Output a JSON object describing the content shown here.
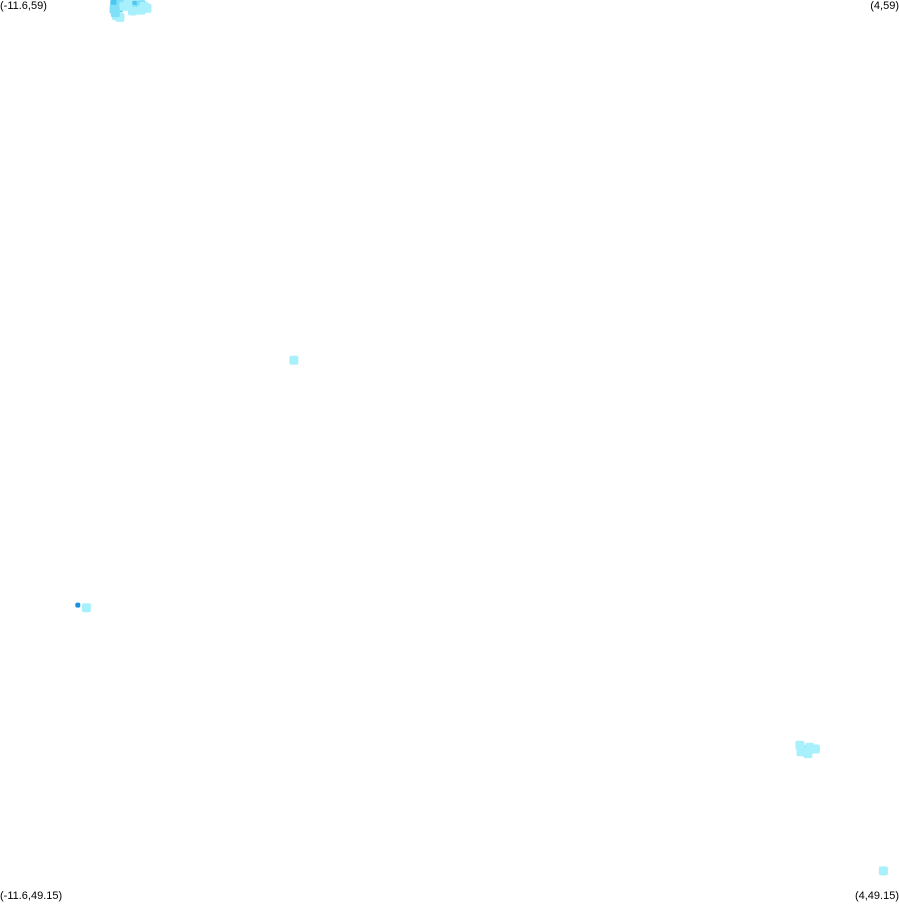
{
  "map": {
    "corner_labels": {
      "top_left": "(-11.6,59)",
      "top_right": "(4,59)",
      "bottom_left": "(-11.6,49.15)",
      "bottom_right": "(4,49.15)"
    },
    "extent": {
      "lon_min": -11.6,
      "lon_max": 4,
      "lat_min": 49.15,
      "lat_max": 59
    },
    "colors": {
      "background": "#ffffff",
      "very_light": "#a8f0fc",
      "light": "#7fe0f8",
      "medium": "#4cc8f0",
      "dark": "#1a8fe0"
    },
    "precip_cells": [
      {
        "lon": -9.6,
        "lat": 58.95,
        "level": "medium"
      },
      {
        "lon": -9.55,
        "lat": 58.92,
        "level": "medium"
      },
      {
        "lon": -9.5,
        "lat": 58.96,
        "level": "light"
      },
      {
        "lon": -9.62,
        "lat": 58.9,
        "level": "light"
      },
      {
        "lon": -9.45,
        "lat": 58.93,
        "level": "very_light"
      },
      {
        "lon": -9.25,
        "lat": 58.94,
        "level": "medium"
      },
      {
        "lon": -9.2,
        "lat": 58.92,
        "level": "medium"
      },
      {
        "lon": -9.15,
        "lat": 58.95,
        "level": "light"
      },
      {
        "lon": -9.1,
        "lat": 58.93,
        "level": "very_light"
      },
      {
        "lon": -9.05,
        "lat": 58.91,
        "level": "very_light"
      },
      {
        "lon": -9.3,
        "lat": 58.9,
        "level": "light"
      },
      {
        "lon": -9.15,
        "lat": 58.89,
        "level": "very_light"
      },
      {
        "lon": -9.38,
        "lat": 58.96,
        "level": "very_light"
      },
      {
        "lon": -9.58,
        "lat": 58.83,
        "level": "very_light"
      },
      {
        "lon": -9.52,
        "lat": 58.81,
        "level": "very_light"
      },
      {
        "lon": -9.6,
        "lat": 58.86,
        "level": "light"
      },
      {
        "lon": -9.3,
        "lat": 58.88,
        "level": "very_light"
      },
      {
        "lon": -6.5,
        "lat": 55.07,
        "level": "very_light"
      },
      {
        "lon": -10.25,
        "lat": 52.4,
        "level": "dark"
      },
      {
        "lon": -10.1,
        "lat": 52.37,
        "level": "very_light"
      },
      {
        "lon": 2.35,
        "lat": 50.82,
        "level": "light"
      },
      {
        "lon": 2.3,
        "lat": 50.8,
        "level": "very_light"
      },
      {
        "lon": 2.45,
        "lat": 50.85,
        "level": "very_light"
      },
      {
        "lon": 2.55,
        "lat": 50.83,
        "level": "very_light"
      },
      {
        "lon": 2.42,
        "lat": 50.78,
        "level": "very_light"
      },
      {
        "lon": 2.28,
        "lat": 50.87,
        "level": "very_light"
      },
      {
        "lon": 3.73,
        "lat": 49.5,
        "level": "very_light"
      }
    ]
  }
}
